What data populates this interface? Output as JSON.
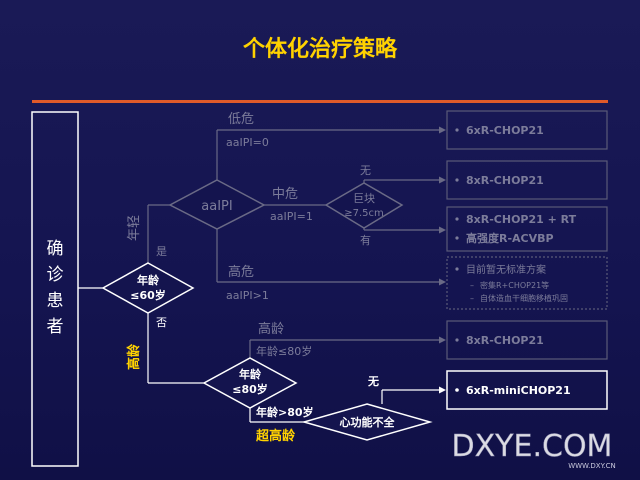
{
  "slide": {
    "title": "个体化治疗策略",
    "side_label_chars": [
      "确",
      "诊",
      "患",
      "者"
    ],
    "watermark": {
      "brand": "DXYE.COM",
      "url": "WWW.DXY.CN"
    }
  },
  "diagram": {
    "decisions": {
      "age60": {
        "line1": "年龄",
        "line2": "≤60岁",
        "yes": "是",
        "no": "否"
      },
      "aaipi": {
        "label": "aaIPI"
      },
      "bulky": {
        "line1": "巨块",
        "line2": "≥7.5cm",
        "no": "无",
        "yes": "有"
      },
      "age80": {
        "line1": "年龄",
        "line2": "≤80岁"
      },
      "heart": {
        "label": "心功能不全",
        "no": "无"
      }
    },
    "branch_labels": {
      "young": "年轻",
      "low_risk": "低危",
      "low_ipi": "aaIPI=0",
      "mid_risk": "中危",
      "mid_ipi": "aaIPI=1",
      "high_risk": "高危",
      "high_ipi": "aaIPI>1",
      "elderly_upper": "高龄",
      "elderly_upper_cond": "年龄≤80岁",
      "elderly": "高龄",
      "over80": "年龄>80岁",
      "very_elderly": "超高龄"
    },
    "outcomes": {
      "low": [
        "6xR-CHOP21"
      ],
      "mid_no_bulky": [
        "8xR-CHOP21"
      ],
      "mid_bulky": [
        "8xR-CHOP21 + RT",
        "高强度R-ACVBP"
      ],
      "high": {
        "main": "目前暂无标准方案",
        "subs": [
          "密集R+CHOP21等",
          "自体造血干细胞移植巩固"
        ]
      },
      "elderly": [
        "8xR-CHOP21"
      ],
      "very_elderly": [
        "6xR-miniCHOP21"
      ]
    }
  }
}
